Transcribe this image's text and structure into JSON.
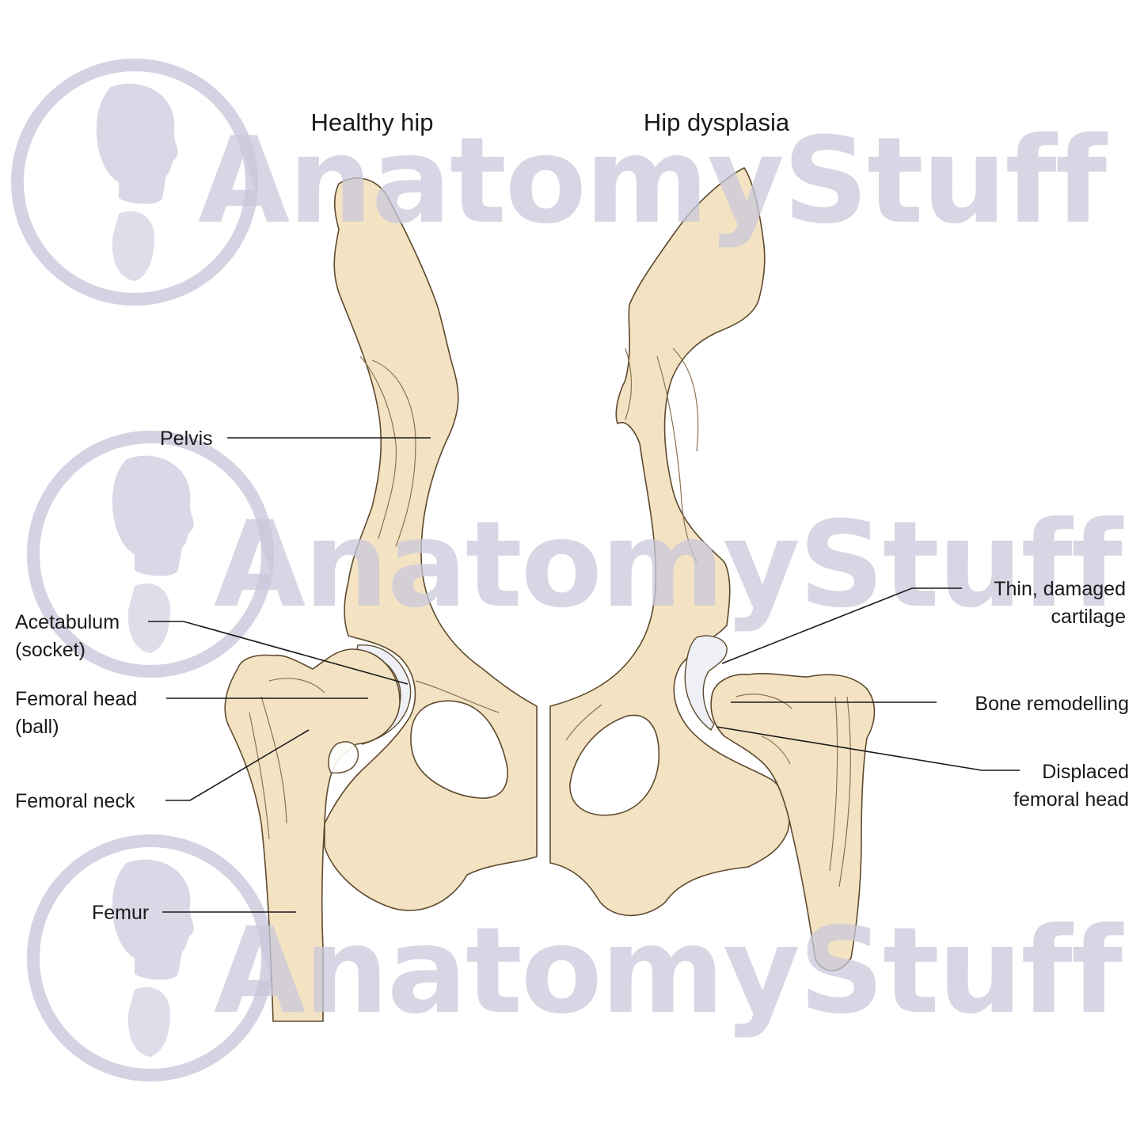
{
  "titles": {
    "left": "Healthy hip",
    "right": "Hip dysplasia"
  },
  "labels": {
    "pelvis": "Pelvis",
    "acetabulum_1": "Acetabulum",
    "acetabulum_2": "(socket)",
    "femoral_head_1": "Femoral head",
    "femoral_head_2": "(ball)",
    "femoral_neck": "Femoral neck",
    "femur": "Femur",
    "cartilage_1": "Thin, damaged",
    "cartilage_2": "cartilage",
    "remodelling": "Bone remodelling",
    "displaced_1": "Displaced",
    "displaced_2": "femoral head"
  },
  "watermark": {
    "text": "AnatomyStuff",
    "color": "#c9c9dc"
  },
  "colors": {
    "bone": "#f3e3c3",
    "outline": "#5e4a2e",
    "cartilage": "#eef0f6"
  }
}
